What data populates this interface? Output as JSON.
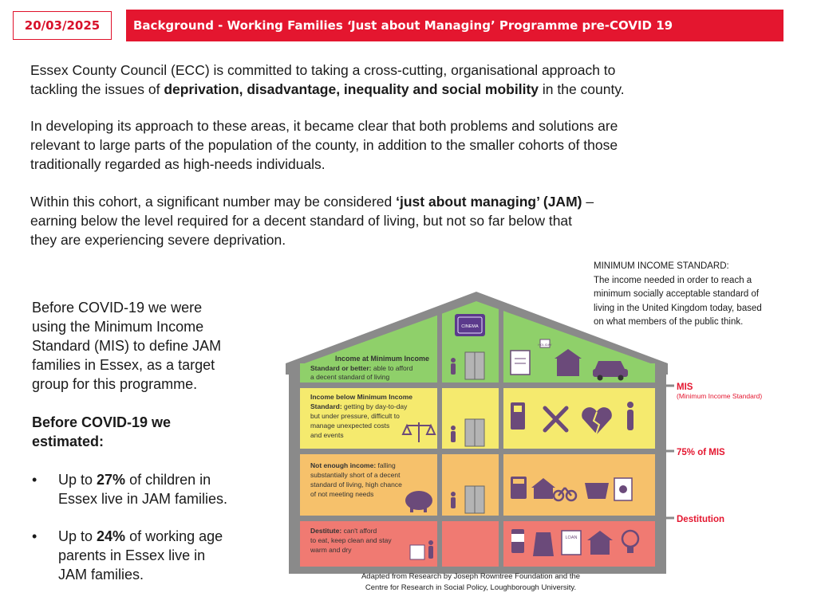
{
  "header": {
    "date": "20/03/2025",
    "title": "Background - Working Families ‘Just about Managing’ Programme pre-COVID 19"
  },
  "intro": {
    "p1_a": "Essex County Council (ECC) is committed to taking a cross-cutting, organisational approach to",
    "p1_b": "tackling the issues of ",
    "p1_bold": "deprivation, disadvantage, inequality and social mobility",
    "p1_c": " in the county.",
    "p2_l1": "In developing its approach to these areas, it became clear that both problems and solutions are",
    "p2_l2": "relevant to large parts of the population of the county, in addition to the smaller cohorts of those",
    "p2_l3": "traditionally regarded as high-needs individuals.",
    "p3_a": "Within this cohort, a significant number may be considered ",
    "p3_bold": "‘just about managing’ (JAM)",
    "p3_b": " –",
    "p3_l2": "earning below the level required for a decent standard of living, but not so far below that",
    "p3_l3": "they are experiencing severe deprivation."
  },
  "left": {
    "l1": "Before COVID-19 we were",
    "l2": "using the Minimum Income",
    "l3": "Standard (MIS) to define JAM",
    "l4": "families in Essex, as a target",
    "l5": "group for this programme.",
    "est1": "Before COVID-19 we",
    "est2": "estimated:",
    "bullet_char": "•",
    "b1_pre": "Up to ",
    "b1_bold": "27%",
    "b1_post": " of children in",
    "b1_l2": "Essex live in JAM families.",
    "b2_pre": "Up to ",
    "b2_bold": "24%",
    "b2_post": " of working age",
    "b2_l2": "parents in Essex live in",
    "b2_l3": "JAM families."
  },
  "mis_note": {
    "l1": "MINIMUM INCOME STANDARD:",
    "l2": "The income needed in order to reach a",
    "l3": "minimum socially acceptable standard of",
    "l4": "living in the United Kingdom today, based",
    "l5": "on what members of the public think."
  },
  "house": {
    "floor1_t1": "Income at Minimum Income",
    "floor1_t2": "Standard or better:",
    "floor1_t3": " able to afford",
    "floor1_t4": "a decent standard of living",
    "floor2_t1": "Income below Minimum Income",
    "floor2_t2": "Standard:",
    "floor2_t3": " getting by day-to-day",
    "floor2_t4": "but under pressure, difficult to",
    "floor2_t5": "manage unexpected costs",
    "floor2_t6": "and events",
    "floor3_t1": "Not enough income:",
    "floor3_t2": " falling",
    "floor3_t3": "substantially short of a decent",
    "floor3_t4": "standard of living, high chance",
    "floor3_t5": "of not meeting needs",
    "floor4_t1": "Destitute:",
    "floor4_t2": " can't afford",
    "floor4_t3": "to eat, keep clean and stay",
    "floor4_t4": "warm and dry",
    "cinema": "CINEMA",
    "holiday": "HOLIDAY",
    "loan": "LOAN",
    "level_mis": "MIS",
    "level_mis_sub": "(Minimum Income Standard)",
    "level_75": "75% of MIS",
    "level_dest": "Destitution",
    "colors": {
      "green": "#8fd06a",
      "yellow": "#f5ea6e",
      "orange": "#f6c16b",
      "red": "#f07a72",
      "wall": "#8a8a8a",
      "accent": "#e4162f"
    }
  },
  "credit": {
    "l1": "Adapted from Research by Joseph Rowntree Foundation and the",
    "l2": "Centre for Research in Social Policy, Loughborough University."
  }
}
